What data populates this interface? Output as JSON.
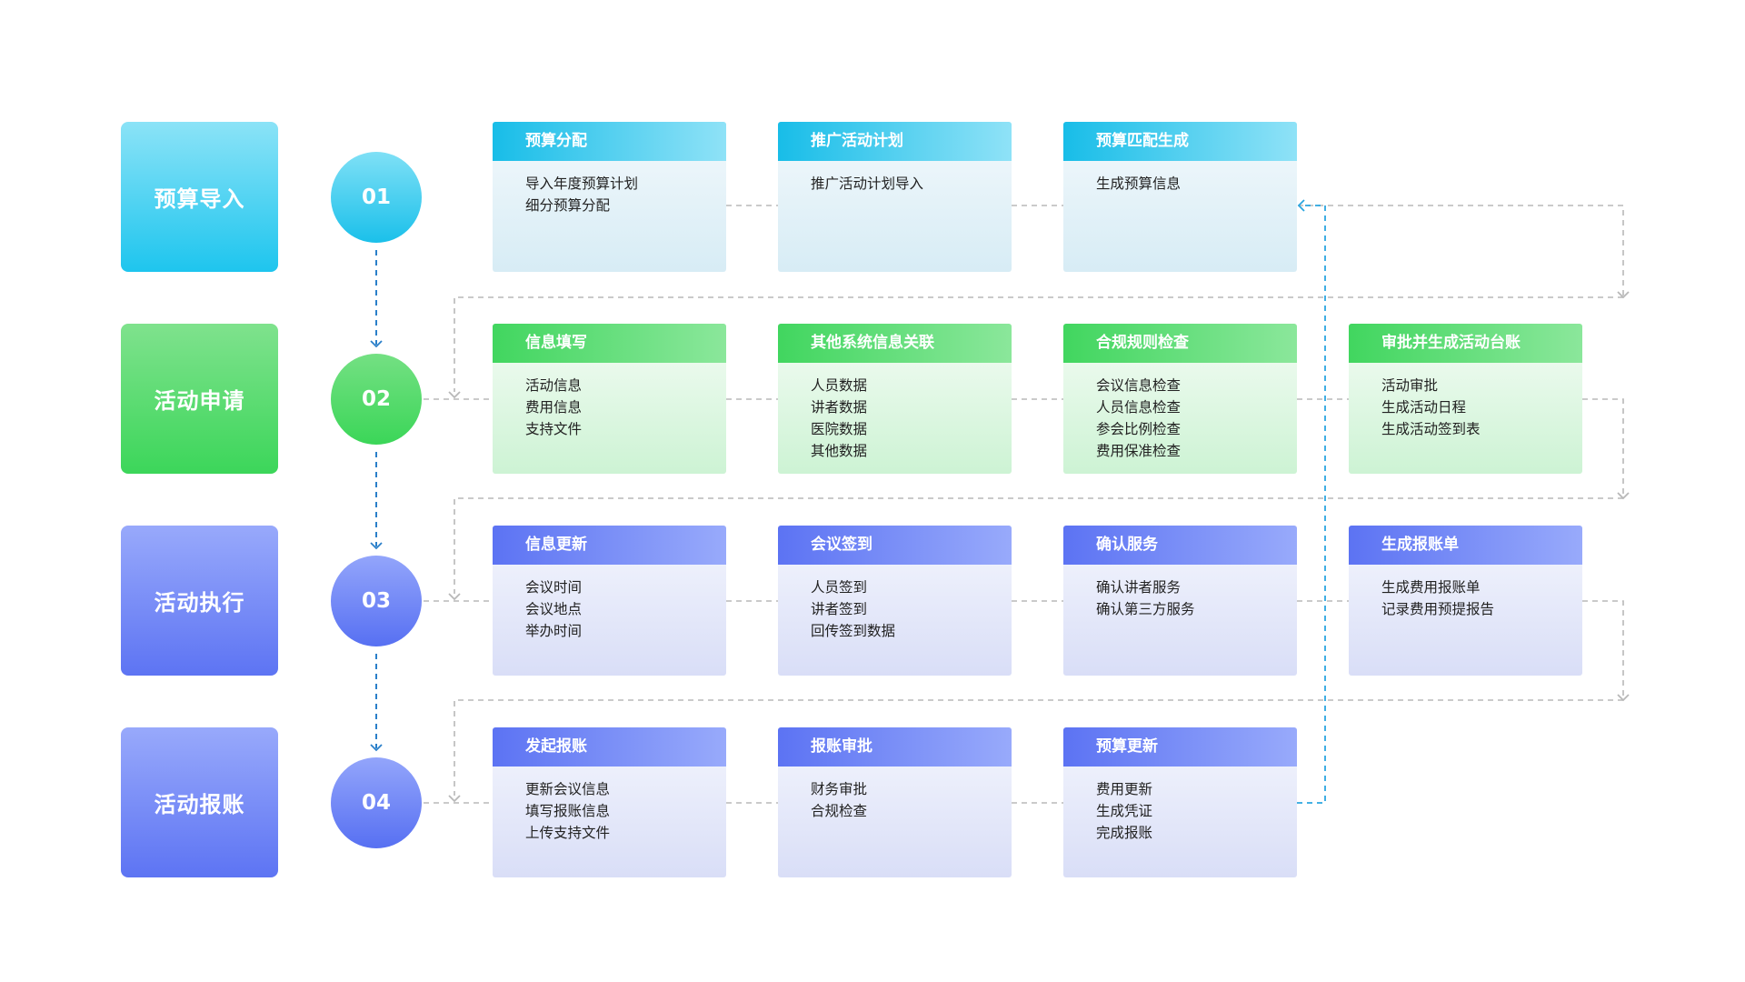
{
  "colors": {
    "cyan": "#1ec5ee",
    "green": "#3cd65a",
    "blue": "#5d74f3",
    "connector_gray": "#b8b8b8",
    "stage_arrow": "#2a7fc9",
    "return_line": "#2ba6e0"
  },
  "rows": [
    {
      "stage": "预算导入",
      "number": "01",
      "theme": "cyan",
      "cards": [
        {
          "title": "预算分配",
          "items": [
            "导入年度预算计划",
            "细分预算分配"
          ]
        },
        {
          "title": "推广活动计划",
          "items": [
            "推广活动计划导入"
          ]
        },
        {
          "title": "预算匹配生成",
          "items": [
            "生成预算信息"
          ]
        }
      ]
    },
    {
      "stage": "活动申请",
      "number": "02",
      "theme": "green",
      "cards": [
        {
          "title": "信息填写",
          "items": [
            "活动信息",
            "费用信息",
            "支持文件"
          ]
        },
        {
          "title": "其他系统信息关联",
          "items": [
            "人员数据",
            "讲者数据",
            "医院数据",
            "其他数据"
          ]
        },
        {
          "title": "合规规则检查",
          "items": [
            "会议信息检查",
            "人员信息检查",
            "参会比例检查",
            "费用保准检查"
          ]
        },
        {
          "title": "审批并生成活动台账",
          "items": [
            "活动审批",
            "生成活动日程",
            "生成活动签到表"
          ]
        }
      ]
    },
    {
      "stage": "活动执行",
      "number": "03",
      "theme": "blue",
      "cards": [
        {
          "title": "信息更新",
          "items": [
            "会议时间",
            "会议地点",
            "举办时间"
          ]
        },
        {
          "title": "会议签到",
          "items": [
            "人员签到",
            "讲者签到",
            "回传签到数据"
          ]
        },
        {
          "title": "确认服务",
          "items": [
            "确认讲者服务",
            "确认第三方服务"
          ]
        },
        {
          "title": "生成报账单",
          "items": [
            "生成费用报账单",
            "记录费用预提报告"
          ]
        }
      ]
    },
    {
      "stage": "活动报账",
      "number": "04",
      "theme": "blue",
      "cards": [
        {
          "title": "发起报账",
          "items": [
            "更新会议信息",
            "填写报账信息",
            "上传支持文件"
          ]
        },
        {
          "title": "报账审批",
          "items": [
            "财务审批",
            "合规检查"
          ]
        },
        {
          "title": "预算更新",
          "items": [
            "费用更新",
            "生成凭证",
            "完成报账"
          ]
        }
      ]
    }
  ]
}
